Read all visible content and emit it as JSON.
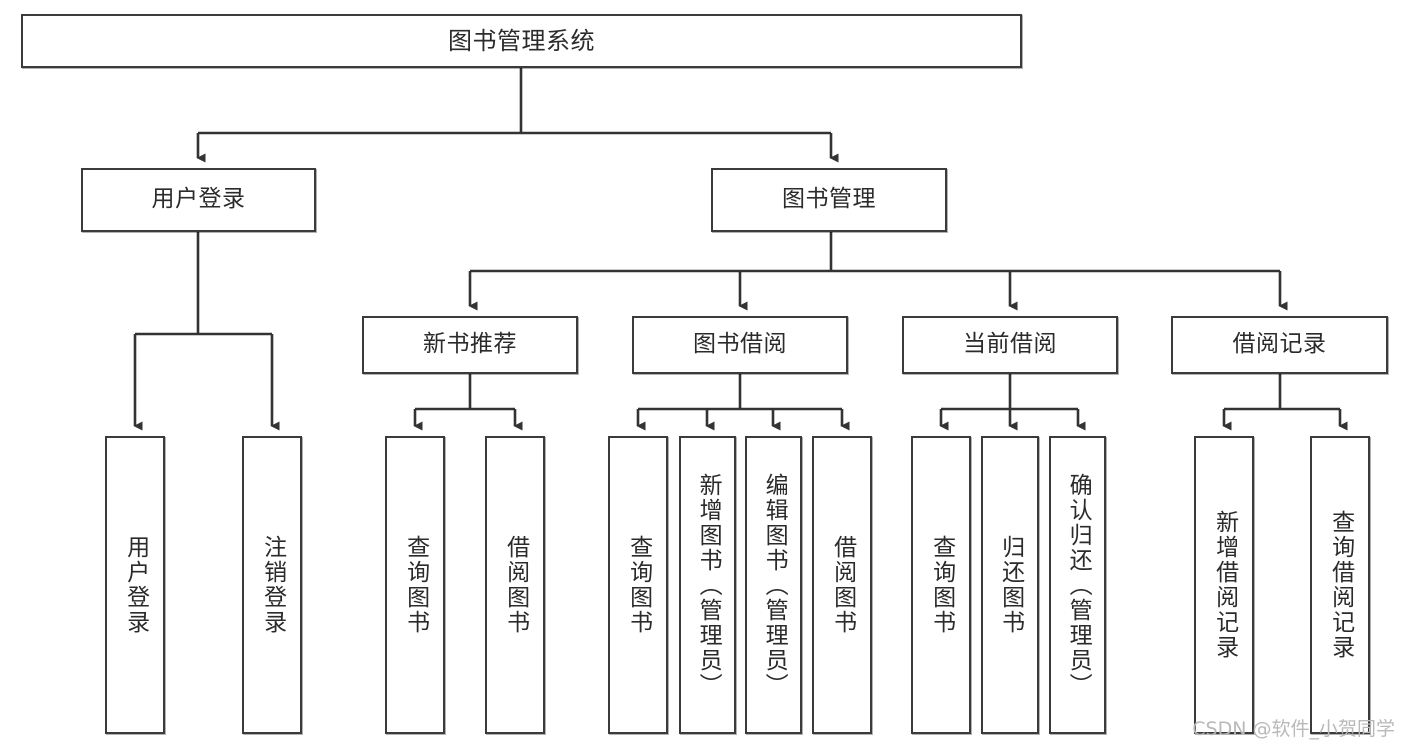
{
  "diagram": {
    "title": "图书管理系统",
    "type": "tree-hierarchy-chart",
    "root": {
      "label": "图书管理系统"
    },
    "level1": [
      {
        "label": "用户登录"
      },
      {
        "label": "图书管理"
      }
    ],
    "level2": [
      {
        "label": "新书推荐"
      },
      {
        "label": "图书借阅"
      },
      {
        "label": "当前借阅"
      },
      {
        "label": "借阅记录"
      }
    ],
    "leaves": [
      {
        "label": "用户登录"
      },
      {
        "label": "注销登录"
      },
      {
        "label": "查询图书"
      },
      {
        "label": "借阅图书"
      },
      {
        "label": "查询图书"
      },
      {
        "label": "新增图书（管理员）"
      },
      {
        "label": "编辑图书（管理员）"
      },
      {
        "label": "借阅图书"
      },
      {
        "label": "查询图书"
      },
      {
        "label": "归还图书"
      },
      {
        "label": "确认归还（管理员）"
      },
      {
        "label": "新增借阅记录"
      },
      {
        "label": "查询借阅记录"
      }
    ]
  },
  "watermark": {
    "text": "CSDN @软件_小贺同学"
  },
  "colors": {
    "border": "#3b3b3b",
    "text": "#2b2b2b",
    "background": "#ffffff",
    "connector": "#333333",
    "watermark": "#b9b9b9"
  }
}
